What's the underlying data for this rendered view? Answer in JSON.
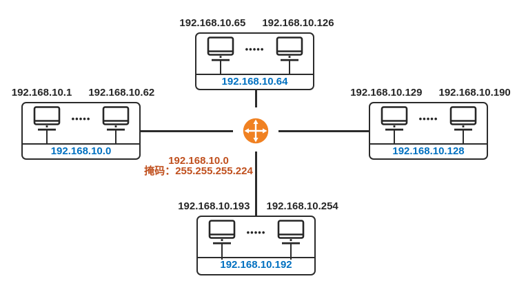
{
  "router": {
    "icon": "router-crossed-arrows-icon",
    "annotation_line1": "192.168.10.0",
    "annotation_line2": "掩码：255.255.255.224"
  },
  "subnets": {
    "top": {
      "host_first": "192.168.10.65",
      "host_last": "192.168.10.126",
      "network": "192.168.10.64"
    },
    "left": {
      "host_first": "192.168.10.1",
      "host_last": "192.168.10.62",
      "network": "192.168.10.0"
    },
    "right": {
      "host_first": "192.168.10.129",
      "host_last": "192.168.10.190",
      "network": "192.168.10.128"
    },
    "bottom": {
      "host_first": "192.168.10.193",
      "host_last": "192.168.10.254",
      "network": "192.168.10.192"
    }
  },
  "ellipsis": "•••••",
  "icons": {
    "host": "desktop-computer-icon",
    "router": "crossed-arrows-router-icon"
  },
  "colors": {
    "line": "#2b2b2b",
    "label_text": "#262626",
    "network_text": "#0070C0",
    "annotation_text": "#C0501E",
    "router_fill": "#F08122"
  }
}
